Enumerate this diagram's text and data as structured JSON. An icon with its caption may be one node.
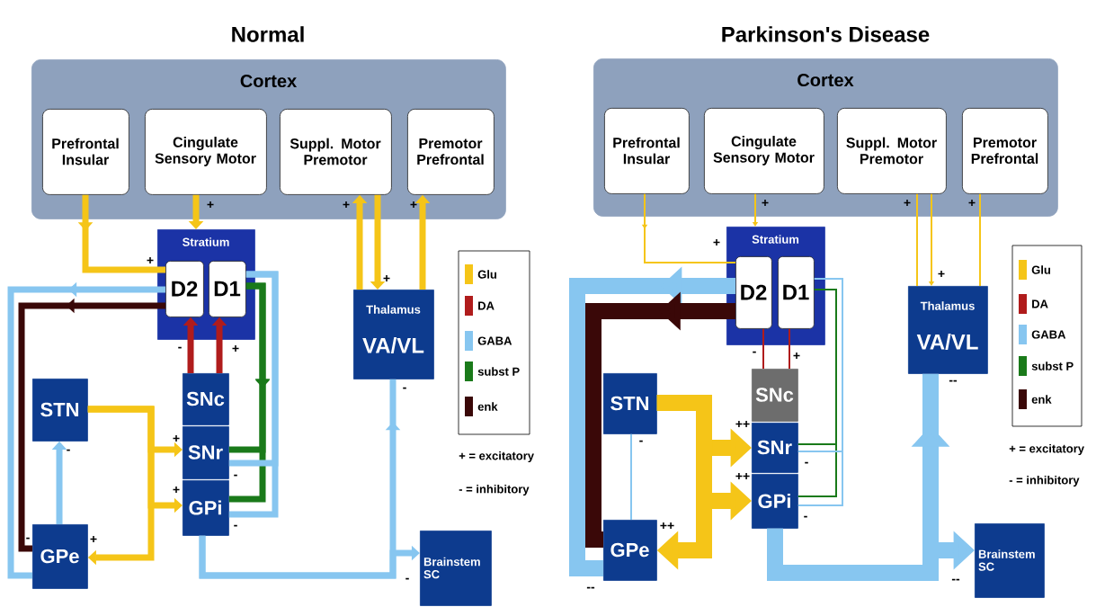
{
  "diagram": {
    "nodes": [
      {
        "text": [
          "Cortex"
        ]
      },
      {
        "text": [
          "Prefrontal Insular"
        ],
        "in": 0
      },
      {
        "text": [
          "Cingulate Sensory Motor"
        ],
        "in": 0
      },
      {
        "text": [
          "Suppl. Motor Premotor"
        ],
        "in": 0
      },
      {
        "text": [
          "Premotor Prefrontal"
        ],
        "in": 0
      },
      {
        "text": [
          "Stratium"
        ]
      },
      {
        "text": [
          "D2"
        ],
        "in": 5
      },
      {
        "text": [
          "D1"
        ],
        "in": 5
      },
      {
        "text": [
          "Thalamus",
          "VA/VL"
        ]
      },
      {
        "text": [
          "STN"
        ]
      },
      {
        "text": [
          "SNc"
        ]
      },
      {
        "text": [
          "SNr"
        ]
      },
      {
        "text": [
          "GPi"
        ]
      },
      {
        "text": [
          "GPe"
        ]
      },
      {
        "text": [
          "Brainstem SC"
        ]
      },
      {
        "text": [
          "Cortex"
        ]
      },
      {
        "text": [
          "Prefrontal Insular"
        ],
        "in": 15
      },
      {
        "text": [
          "Cingulate Sensory Motor"
        ],
        "in": 15
      },
      {
        "text": [
          "Suppl. Motor Premotor"
        ],
        "in": 15
      },
      {
        "text": [
          "Premotor Prefrontal"
        ],
        "in": 15
      },
      {
        "text": [
          "Stratium"
        ]
      },
      {
        "text": [
          "D2"
        ],
        "in": 20
      },
      {
        "text": [
          "D1"
        ],
        "in": 20
      },
      {
        "text": [
          "Thalamus",
          "VA/VL"
        ]
      },
      {
        "text": [
          "STN"
        ]
      },
      {
        "text": [
          "SNc"
        ]
      },
      {
        "text": [
          "SNr"
        ]
      },
      {
        "text": [
          "GPi"
        ]
      },
      {
        "text": [
          "GPe"
        ]
      },
      {
        "text": [
          "Brainstem SC"
        ]
      }
    ],
    "edges": [
      {
        "from": 1,
        "to": 6,
        "arrow": "to"
      },
      {
        "from": 2,
        "to": 5,
        "arrow": "to"
      },
      {
        "from": 8,
        "to": 3,
        "arrow": "to"
      },
      {
        "from": 3,
        "to": 8,
        "arrow": "to"
      },
      {
        "from": 8,
        "to": 4,
        "arrow": "to"
      },
      {
        "from": 6,
        "to": 13,
        "arrow": "to",
        "color": "#87c6f0"
      },
      {
        "from": 6,
        "to": 13,
        "arrow": "to",
        "color": "#3a0808"
      },
      {
        "from": 7,
        "to": 11,
        "arrow": "to",
        "color": "#1a7a1a"
      },
      {
        "from": 7,
        "to": 12,
        "arrow": "to",
        "color": "#1a7a1a"
      },
      {
        "from": 7,
        "to": 11,
        "arrow": "none",
        "color": "#87c6f0"
      },
      {
        "from": 7,
        "to": 12,
        "arrow": "none",
        "color": "#87c6f0"
      },
      {
        "from": 10,
        "to": 6,
        "arrow": "to",
        "color": "#b01c1c"
      },
      {
        "from": 10,
        "to": 7,
        "arrow": "to",
        "color": "#b01c1c"
      },
      {
        "from": 9,
        "to": 11,
        "arrow": "to"
      },
      {
        "from": 9,
        "to": 12,
        "arrow": "to"
      },
      {
        "from": 9,
        "to": 13,
        "arrow": "to"
      },
      {
        "from": 13,
        "to": 9,
        "arrow": "to",
        "color": "#87c6f0"
      },
      {
        "from": 12,
        "to": 8,
        "arrow": "to",
        "color": "#87c6f0"
      },
      {
        "from": 12,
        "to": 14,
        "arrow": "to",
        "color": "#87c6f0"
      },
      {
        "from": 16,
        "to": 21,
        "arrow": "to"
      },
      {
        "from": 17,
        "to": 20,
        "arrow": "to"
      },
      {
        "from": 23,
        "to": 18,
        "arrow": "none"
      },
      {
        "from": 18,
        "to": 23,
        "arrow": "to"
      },
      {
        "from": 23,
        "to": 19,
        "arrow": "none"
      },
      {
        "from": 21,
        "to": 28,
        "arrow": "to",
        "style": "thick",
        "color": "#87c6f0"
      },
      {
        "from": 21,
        "to": 28,
        "arrow": "to",
        "style": "thick",
        "color": "#3a0808"
      },
      {
        "from": 22,
        "to": 26,
        "arrow": "none",
        "color": "#1a7a1a"
      },
      {
        "from": 22,
        "to": 27,
        "arrow": "none",
        "color": "#1a7a1a"
      },
      {
        "from": 22,
        "to": 26,
        "arrow": "none",
        "color": "#87c6f0"
      },
      {
        "from": 22,
        "to": 27,
        "arrow": "none",
        "color": "#87c6f0"
      },
      {
        "from": 25,
        "to": 21,
        "arrow": "none",
        "color": "#b01c1c"
      },
      {
        "from": 25,
        "to": 22,
        "arrow": "none",
        "color": "#b01c1c"
      },
      {
        "from": 24,
        "to": 26,
        "arrow": "to",
        "style": "thick"
      },
      {
        "from": 24,
        "to": 27,
        "arrow": "to",
        "style": "thick"
      },
      {
        "from": 24,
        "to": 28,
        "arrow": "to",
        "style": "thick"
      },
      {
        "from": 28,
        "to": 24,
        "arrow": "none",
        "color": "#87c6f0"
      },
      {
        "from": 27,
        "to": 23,
        "arrow": "to",
        "style": "thick",
        "color": "#87c6f0"
      },
      {
        "from": 27,
        "to": 29,
        "arrow": "to",
        "style": "thick",
        "color": "#87c6f0"
      }
    ],
    "labels": [
      "Normal",
      "+",
      "+",
      "+",
      "+",
      "+",
      "-",
      "+",
      "-",
      "+",
      "+",
      "+",
      "-",
      "-",
      "-",
      "-",
      "-",
      "+ = excitatory",
      "- = inhibitory",
      "Parkinson's Disease",
      "+",
      "+",
      "+",
      "+",
      "+",
      "-",
      "+",
      "-",
      "++",
      "++",
      "++",
      "--",
      "-",
      "-",
      "--",
      "--",
      "+ = excitatory",
      "- = inhibitory"
    ],
    "legend": [
      {
        "text": "Glu",
        "color": "#f5c518"
      },
      {
        "text": "DA",
        "color": "#b01c1c"
      },
      {
        "text": "GABA",
        "color": "#87c6f0"
      },
      {
        "text": "subst P",
        "color": "#1a7a1a"
      },
      {
        "text": "enk",
        "color": "#3a0808"
      },
      {
        "text": "Glu",
        "color": "#f5c518"
      },
      {
        "text": "DA",
        "color": "#b01c1c"
      },
      {
        "text": "GABA",
        "color": "#87c6f0"
      },
      {
        "text": "subst P",
        "color": "#1a7a1a"
      },
      {
        "text": "enk",
        "color": "#3a0808"
      }
    ]
  }
}
